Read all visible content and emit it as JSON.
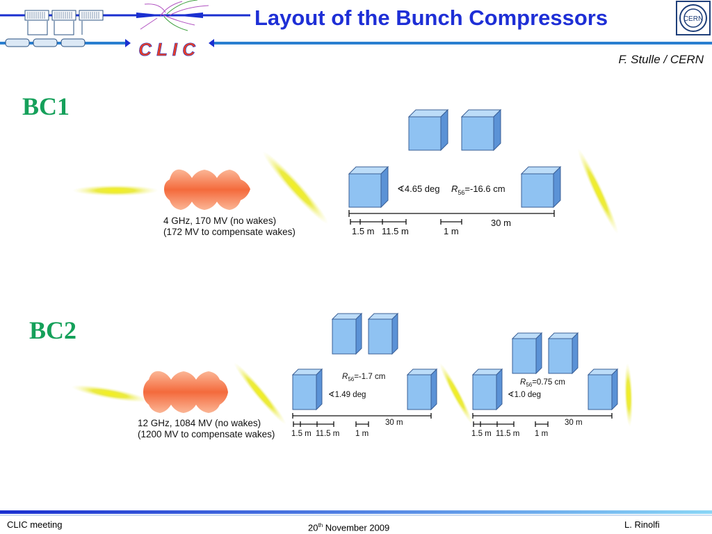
{
  "header": {
    "title": "Layout of the Bunch Compressors",
    "logo_text": "C L I C",
    "cern_text": "CERN",
    "author": "F. Stulle / CERN"
  },
  "bc1": {
    "label": "BC1",
    "rf_line1": "4 GHz, 170 MV (no wakes)",
    "rf_line2": "(172 MV to compensate wakes)",
    "angle": "∢4.65 deg",
    "r56_value": "=-16.6 cm",
    "dims": {
      "d1": "1.5 m",
      "d2": "11.5 m",
      "d3": "1 m",
      "total": "30 m"
    }
  },
  "bc2": {
    "label": "BC2",
    "rf_line1": "12 GHz, 1084 MV (no wakes)",
    "rf_line2": "(1200 MV to compensate wakes)",
    "chicane1": {
      "r56_value": "=-1.7 cm",
      "angle": "∢1.49 deg",
      "dims": {
        "d1": "1.5 m",
        "d2": "11.5 m",
        "d3": "1 m",
        "total": "30 m"
      }
    },
    "chicane2": {
      "r56_value": "=0.75 cm",
      "angle": "∢1.0 deg",
      "dims": {
        "d1": "1.5 m",
        "d2": "11.5 m",
        "d3": "1 m",
        "total": "30 m"
      }
    }
  },
  "symbols": {
    "r56_letter": "R",
    "r56_sub": "56"
  },
  "footer": {
    "left": "CLIC  meeting",
    "center_day": "20",
    "center_sup": "th",
    "center_rest": " November 2009",
    "right": "L. Rinolfi"
  },
  "colors": {
    "title": "#1e2fd6",
    "bc_label": "#15a05a",
    "magnet_front": "#8fc2f2",
    "magnet_side": "#5b92d6",
    "rf_cavity": "#f6825a",
    "bunch": "#e4e410"
  }
}
